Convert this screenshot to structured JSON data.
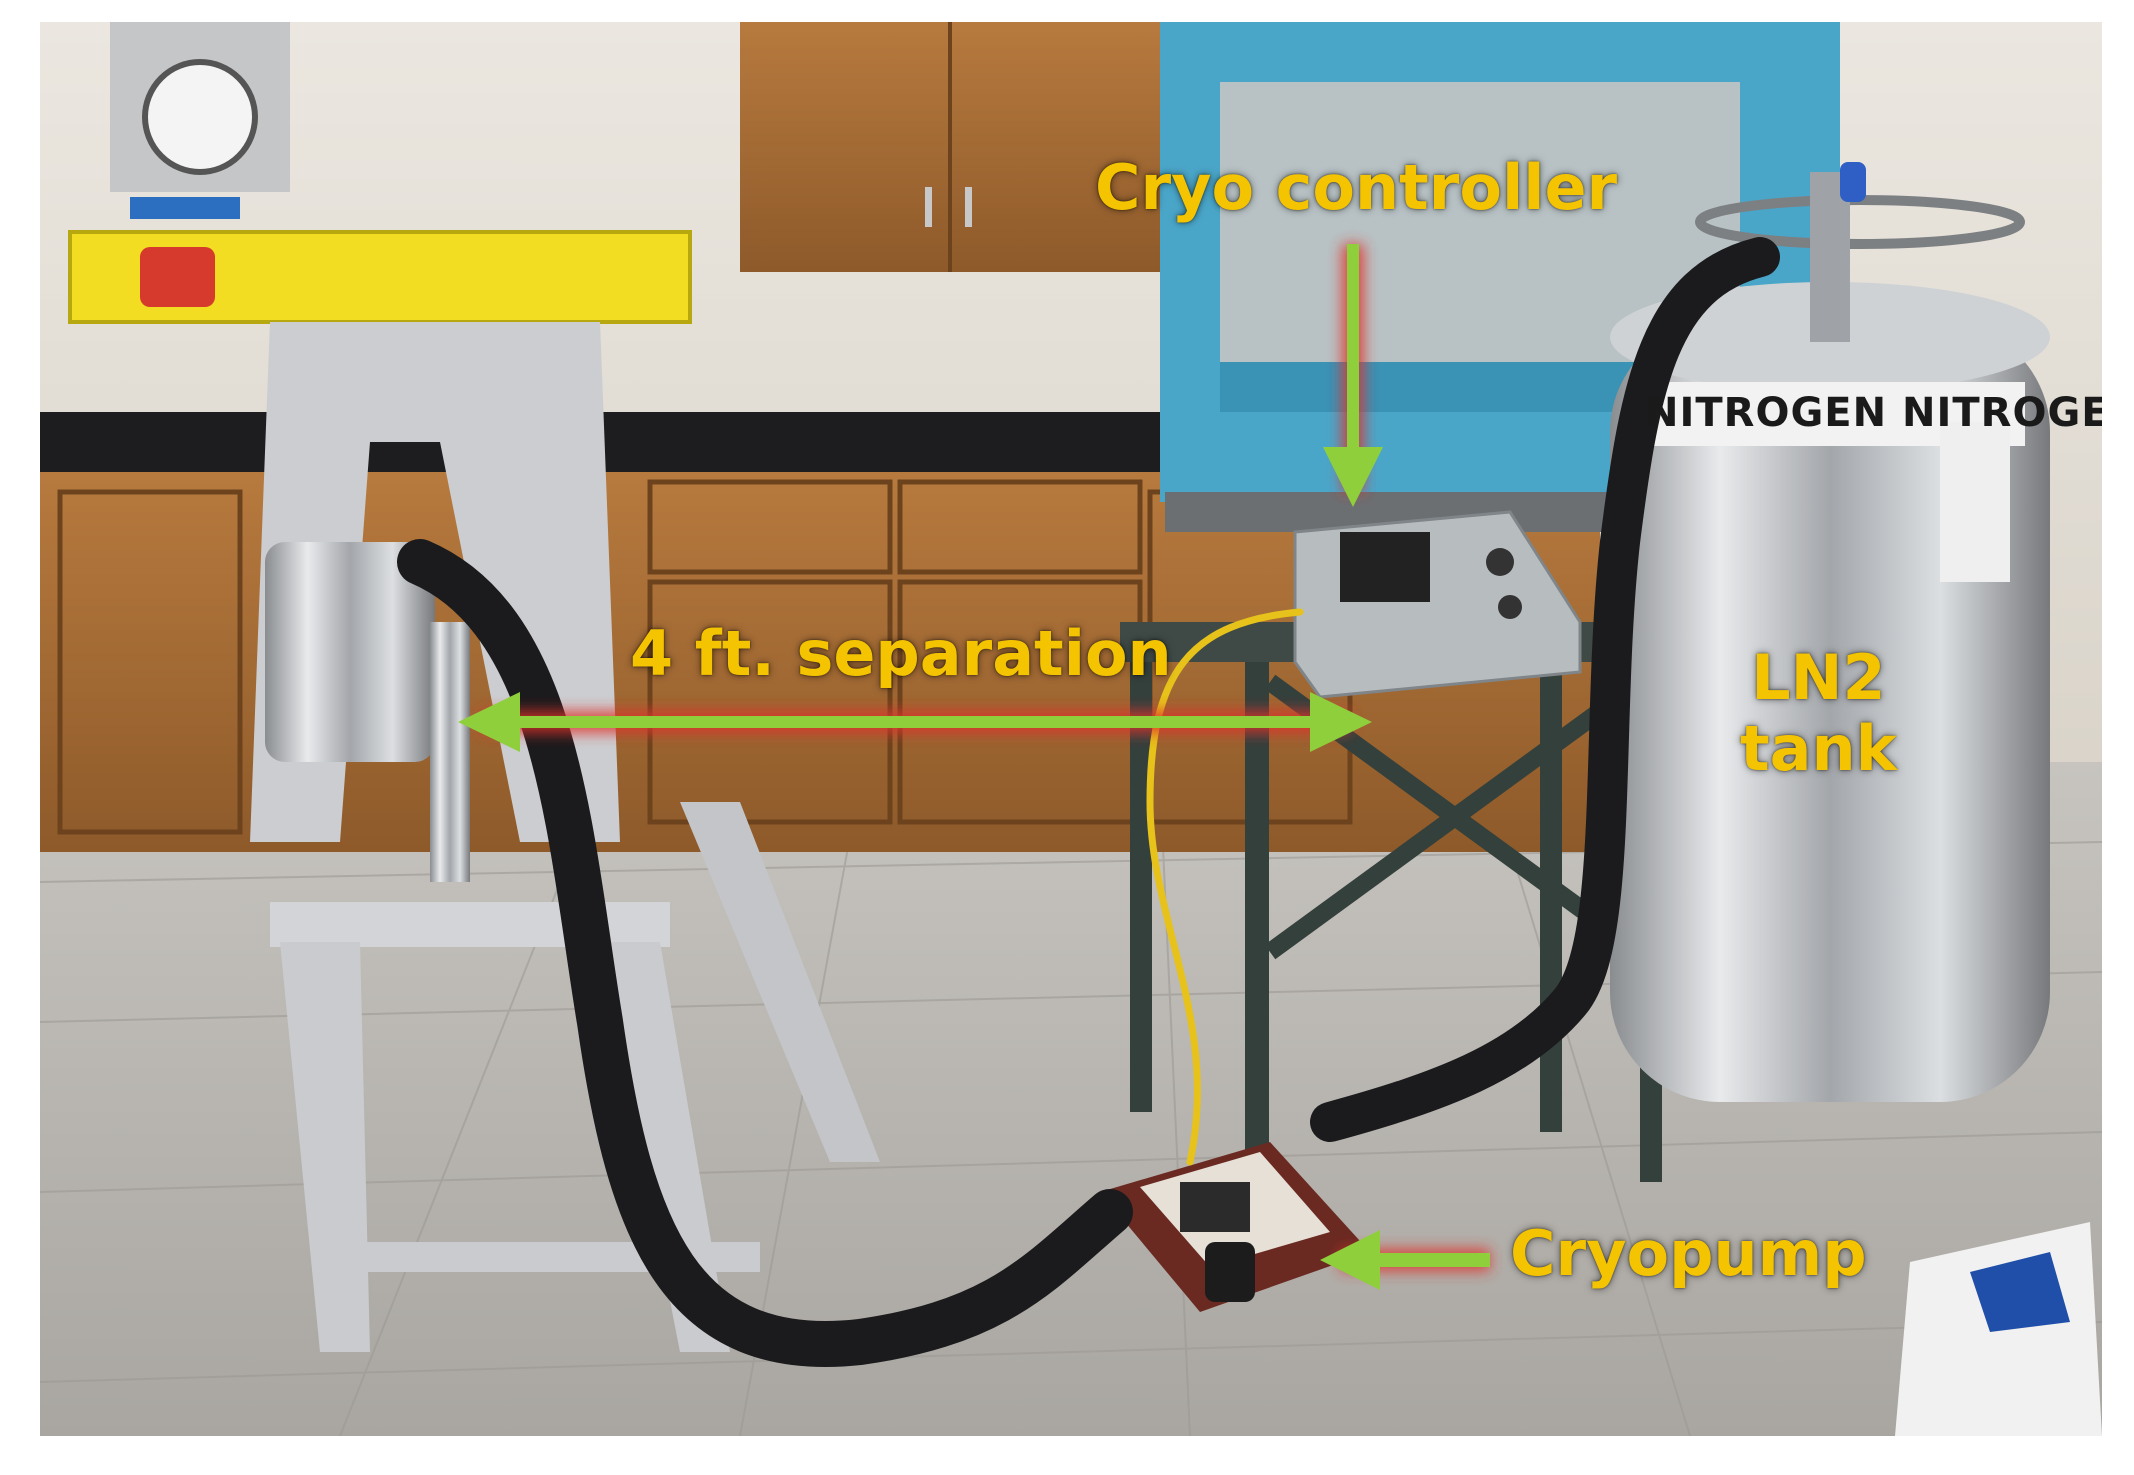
{
  "colors": {
    "label_yellow": "#f5c400",
    "arrow_green": "#8fcf3c",
    "arrow_glow": "#e0302a"
  },
  "labels": {
    "cryo_controller": "Cryo controller",
    "separation": "4 ft. separation",
    "ln2_line1": "LN2",
    "ln2_line2": "tank",
    "cryopump": "Cryopump"
  },
  "tank_text": "NITROGEN NITROGEN"
}
